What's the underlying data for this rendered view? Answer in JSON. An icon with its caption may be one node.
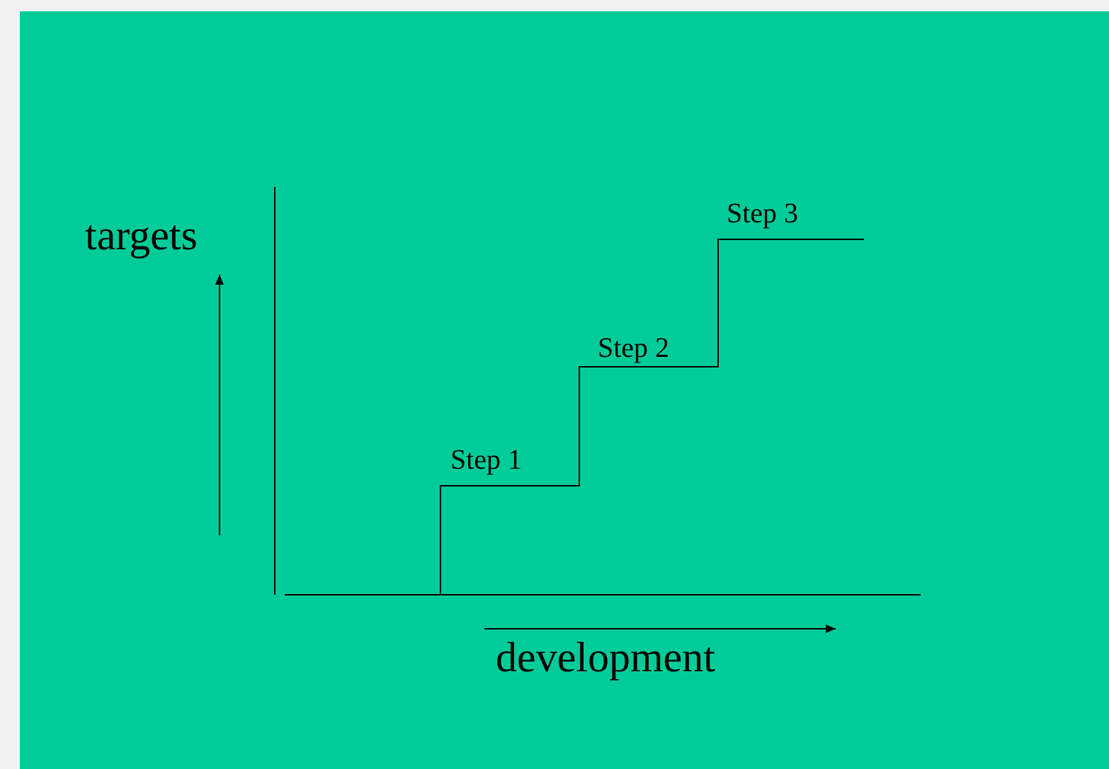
{
  "diagram": {
    "labels": [
      "targets",
      "Step 3",
      "Step 2",
      "Step 1",
      "development"
    ]
  }
}
